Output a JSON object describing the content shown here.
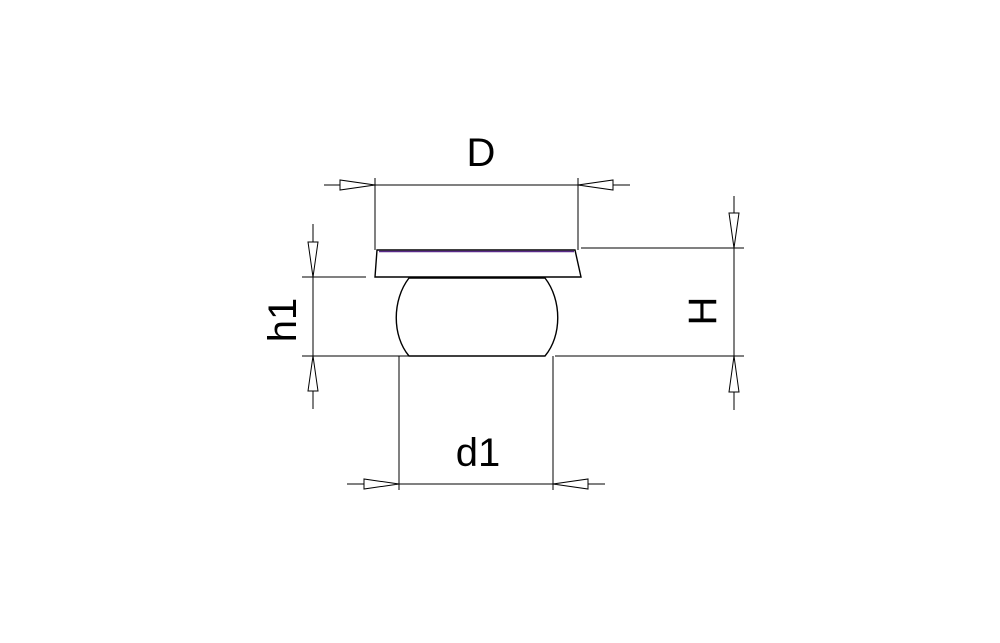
{
  "dimensions": {
    "D": "D",
    "d1": "d1",
    "h1": "h1",
    "H": "H"
  },
  "colors": {
    "line": "#000000",
    "accent_line": "#5a2a8a",
    "background": "#ffffff"
  }
}
